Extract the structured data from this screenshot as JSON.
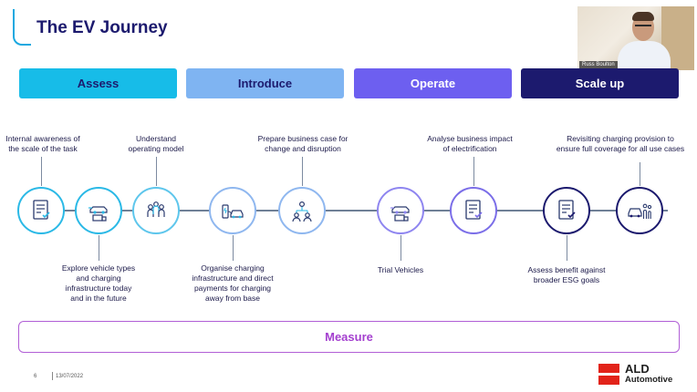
{
  "slide": {
    "title": "The EV Journey"
  },
  "webcam": {
    "participant_name": "Russ Boulton"
  },
  "phases": [
    {
      "label": "Assess",
      "color": "#17bce8"
    },
    {
      "label": "Introduce",
      "color": "#7fb4f2"
    },
    {
      "label": "Operate",
      "color": "#6d5ff0"
    },
    {
      "label": "Scale up",
      "color": "#1c1a6e"
    }
  ],
  "steps": [
    {
      "icon": "document-checklist-icon",
      "text": "Internal awareness of\nthe scale of the task",
      "position": "above"
    },
    {
      "icon": "car-van-icon",
      "text": "Explore vehicle types\nand charging\ninfrastructure today\nand in the future",
      "position": "below"
    },
    {
      "icon": "people-group-icon",
      "text": "Understand\noperating model",
      "position": "above"
    },
    {
      "icon": "charging-car-icon",
      "text": "Organise charging\ninfrastructure and direct\npayments for charging\naway from base",
      "position": "below"
    },
    {
      "icon": "organisation-icon",
      "text": "Prepare business case for\nchange and disruption",
      "position": "above"
    },
    {
      "icon": "car-van-icon",
      "text": "Trial Vehicles",
      "position": "below"
    },
    {
      "icon": "document-checklist-icon",
      "text": "Analyse business impact\nof electrification",
      "position": "above"
    },
    {
      "icon": "document-checklist-icon",
      "text": "Assess benefit against\nbroader ESG goals",
      "position": "below"
    },
    {
      "icon": "car-people-icon",
      "text": "Revisiting charging provision to\nensure full coverage for all use cases",
      "position": "above"
    }
  ],
  "measure": {
    "label": "Measure",
    "color": "#a43fcf"
  },
  "footer": {
    "page_number": "6",
    "date": "13/07/2022",
    "brand_name": "ALD",
    "brand_sub": "Automotive",
    "brand_color": "#e2231a"
  }
}
